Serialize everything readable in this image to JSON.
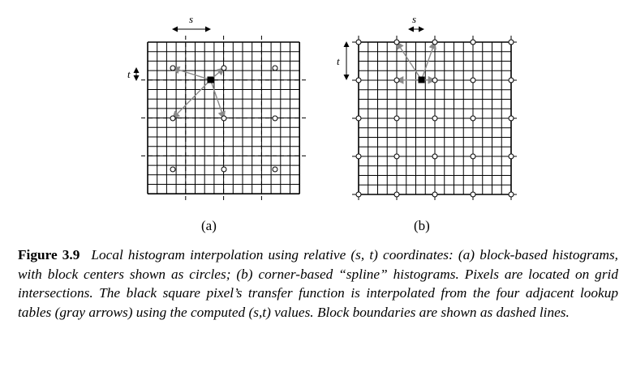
{
  "panel_a": {
    "label": "(a)",
    "s_label": "s",
    "t_label": "t"
  },
  "panel_b": {
    "label": "(b)",
    "s_label": "s",
    "t_label": "t"
  },
  "caption": {
    "label": "Figure 3.9",
    "text": "Local histogram interpolation using relative (s, t) coordinates: (a) block-based histograms, with block centers shown as circles; (b) corner-based “spline” histograms. Pixels are located on grid intersections. The black square pixel’s transfer function is interpolated from the four adjacent lookup tables (gray arrows) using the computed (s,t) values. Block boundaries are shown as dashed lines."
  },
  "colors": {
    "arrow": "#8a8a8a",
    "grid": "#000000",
    "dash": "#000000"
  }
}
